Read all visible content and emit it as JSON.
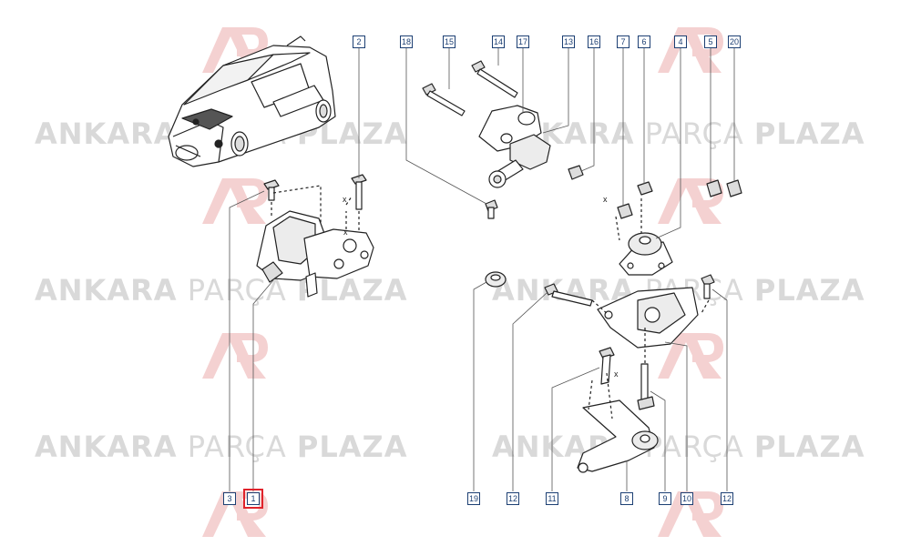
{
  "watermark": {
    "word1": "ANKARA",
    "word2": "PARÇA",
    "word3": "PLAZA",
    "logo_color": "#f3c9c9",
    "text_color": "#d9d9d9"
  },
  "colors": {
    "line": "#222222",
    "callout_border": "#1c3f73",
    "callout_text": "#1c3f73",
    "selected_border": "#e0222b"
  },
  "dimension_marks": [
    "x",
    "x",
    "x",
    "x"
  ],
  "selected_part": "1",
  "callouts_top": [
    "2",
    "18",
    "15",
    "14",
    "17",
    "13",
    "16",
    "7",
    "6",
    "4",
    "5",
    "20"
  ],
  "callouts_bottom": [
    "3",
    "1",
    "19",
    "12",
    "11",
    "8",
    "9",
    "10",
    "12"
  ]
}
